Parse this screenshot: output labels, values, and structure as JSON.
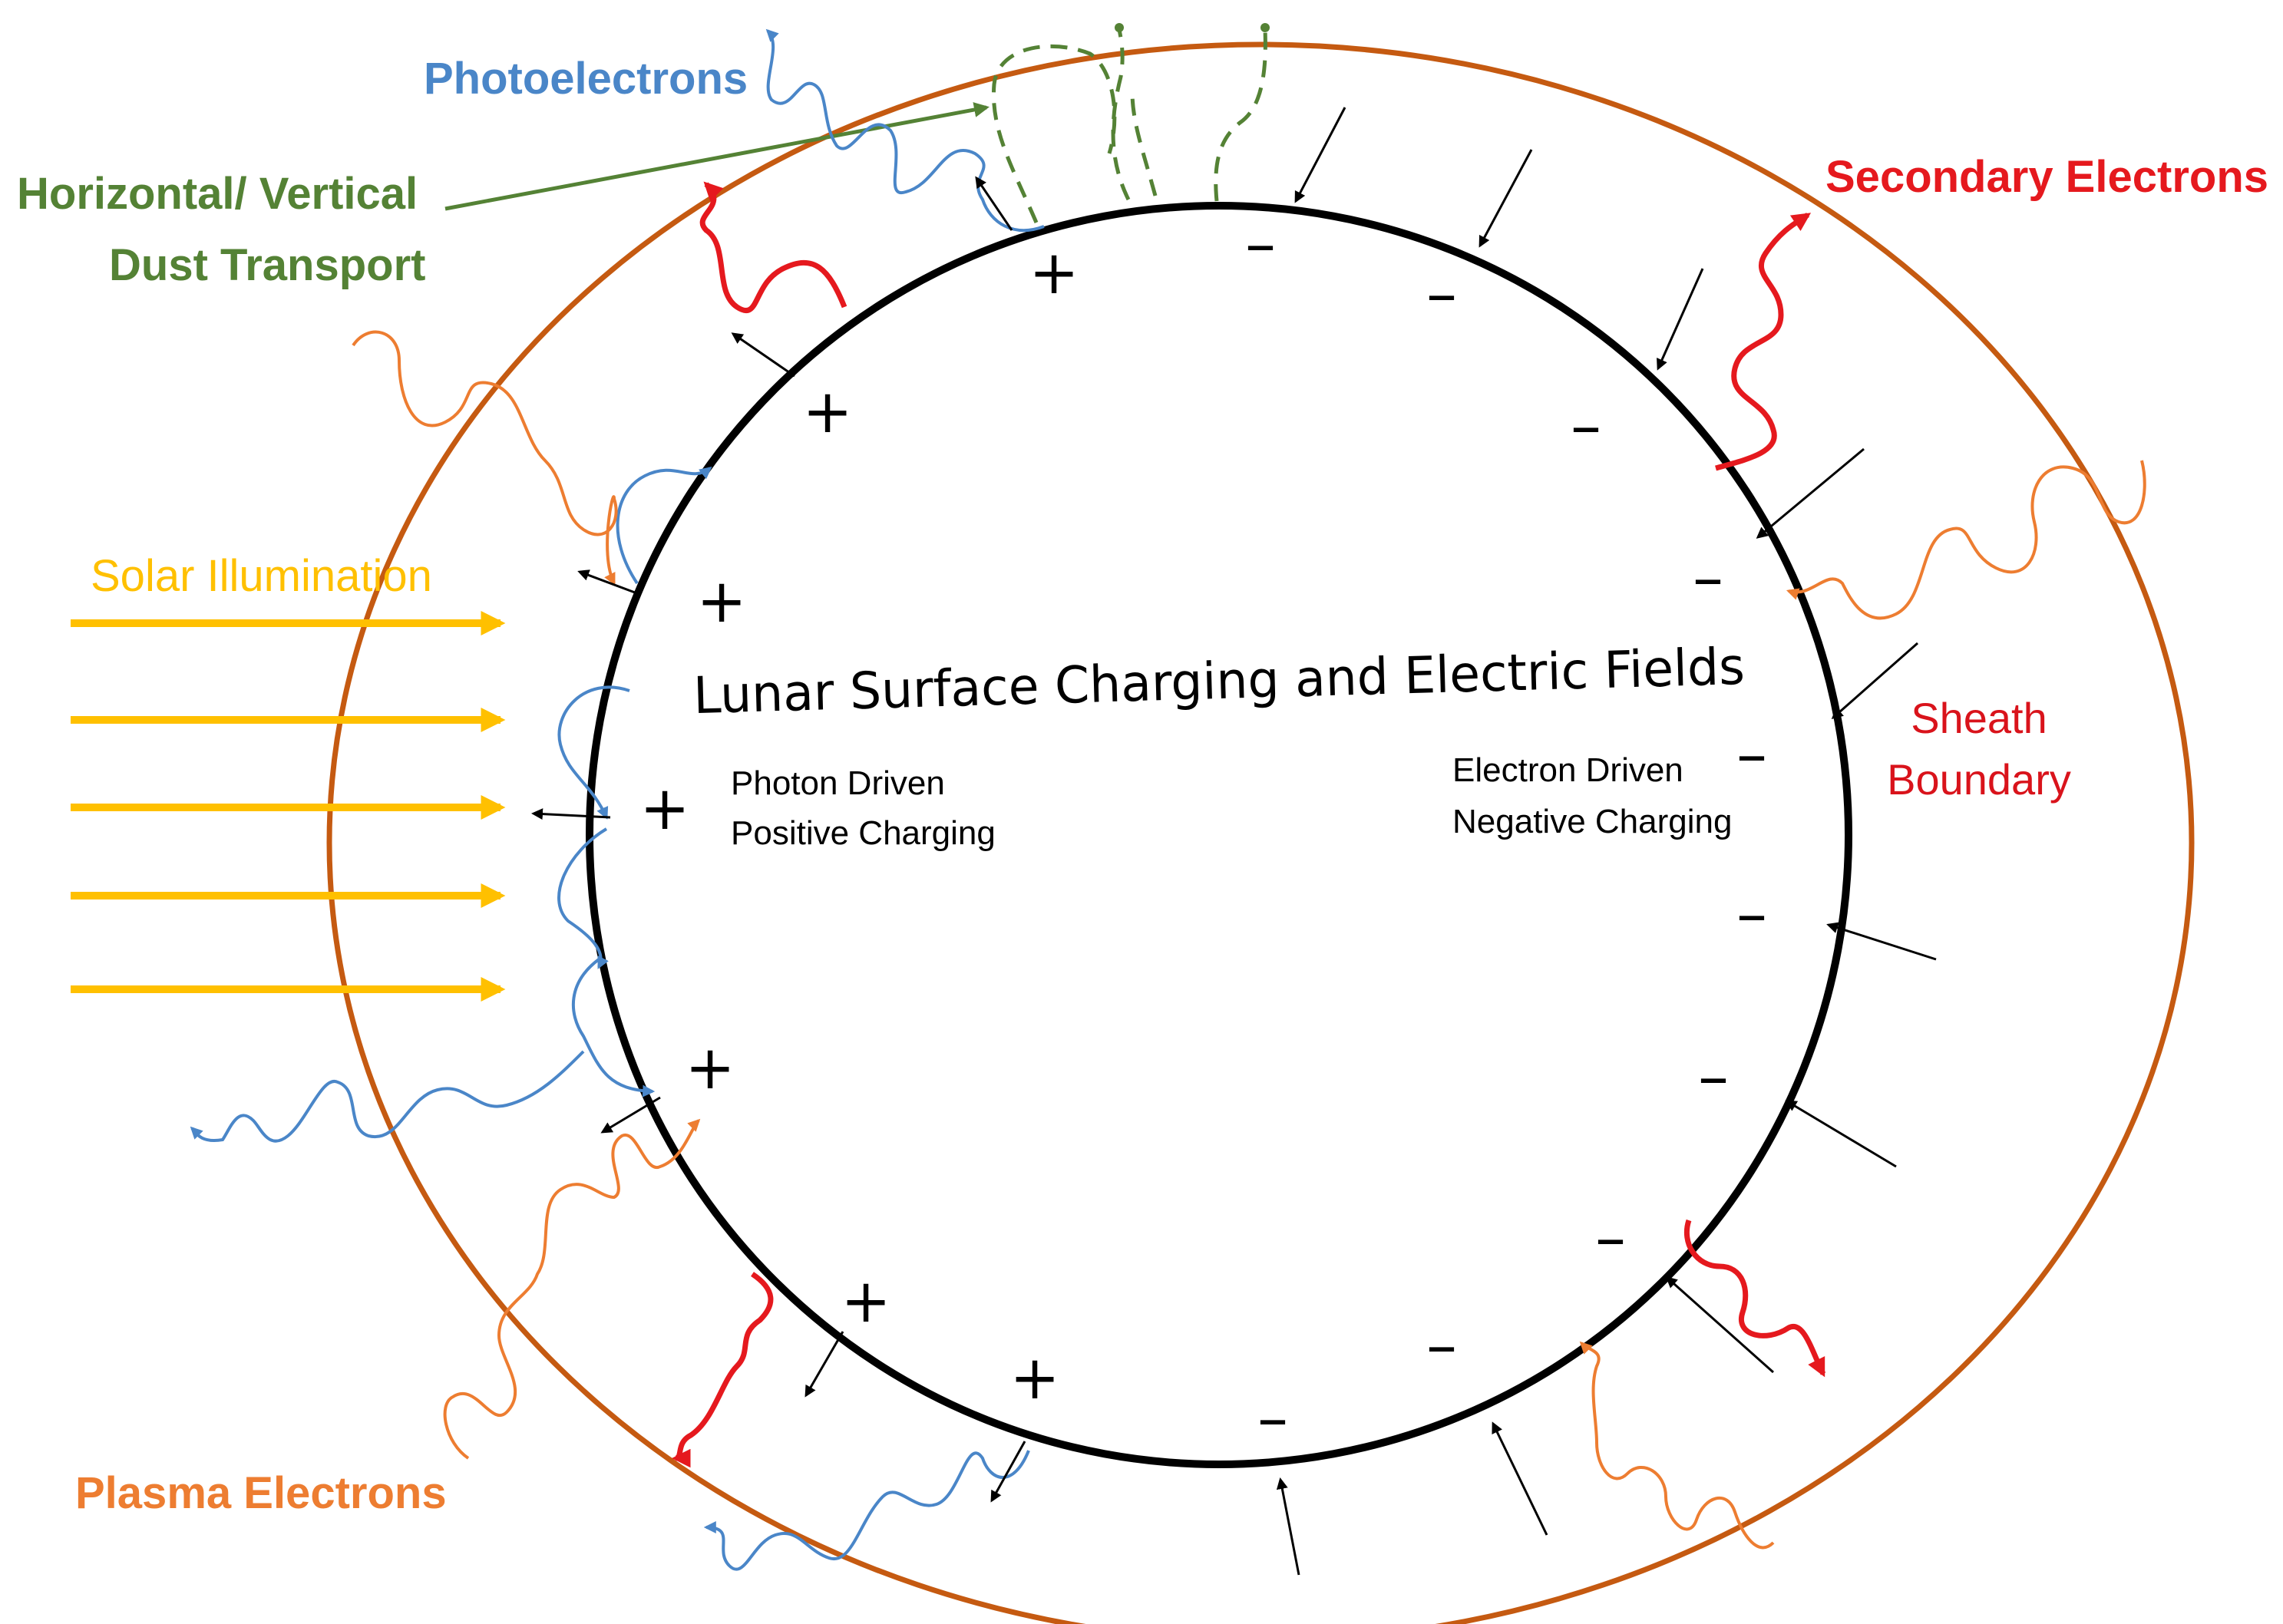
{
  "title": "Lunar Surface Charging and Electric Fields",
  "labels": {
    "photoelectrons": "Photoelectrons",
    "dust_line1": "Horizontal/ Vertical",
    "dust_line2": "Dust Transport",
    "secondary_electrons": "Secondary Electrons",
    "solar_illumination": "Solar Illumination",
    "sheath_line1": "Sheath",
    "sheath_line2": "Boundary",
    "plasma_electrons": "Plasma Electrons",
    "photon_line1": "Photon Driven",
    "photon_line2": "Positive Charging",
    "electron_line1": "Electron Driven",
    "electron_line2": "Negative Charging"
  },
  "signs": {
    "plus": "+",
    "minus": "–"
  },
  "colors": {
    "surface": "#000000",
    "sheath": "#C55A11",
    "photoelectrons": "#4A86C8",
    "dust": "#548235",
    "secondary": "#E5191E",
    "solar": "#FFC000",
    "sheath_label": "#D9131B",
    "plasma": "#ED7D31",
    "field_arrows": "#000000"
  }
}
